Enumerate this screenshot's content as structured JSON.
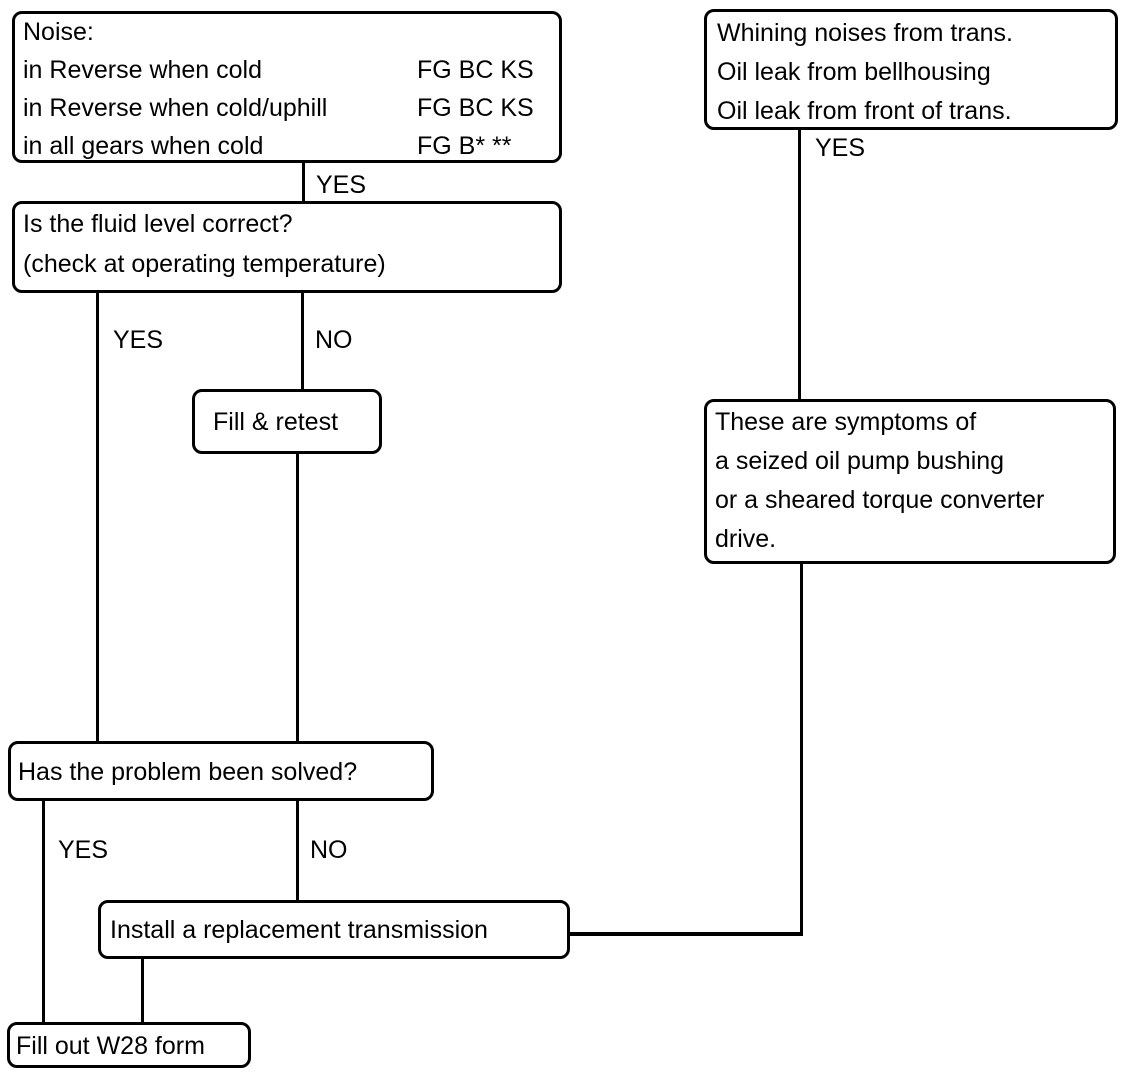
{
  "noise_box": {
    "title": "Noise:",
    "rows": [
      {
        "condition": "in Reverse when cold",
        "codes": "FG BC KS"
      },
      {
        "condition": "in Reverse when cold/uphill",
        "codes": "FG BC KS"
      },
      {
        "condition": "in all gears when cold",
        "codes": "FG B* **"
      }
    ]
  },
  "whining_box": {
    "lines": [
      "Whining noises from trans.",
      "Oil leak from bellhousing",
      "Oil leak from front of trans."
    ]
  },
  "fluid_box": {
    "lines": [
      "Is the fluid level correct?",
      "(check at operating temperature)"
    ]
  },
  "fill_retest": "Fill & retest",
  "symptoms_box": {
    "lines": [
      "These are symptoms of",
      "a seized oil pump bushing",
      "or a sheared torque converter",
      "drive."
    ]
  },
  "problem_box": "Has the problem been solved?",
  "install_box": "Install a replacement transmission",
  "w28_box": "Fill out W28 form",
  "labels": {
    "noise_yes": "YES",
    "whining_yes": "YES",
    "fluid_yes": "YES",
    "fluid_no": "NO",
    "problem_yes": "YES",
    "problem_no": "NO"
  }
}
